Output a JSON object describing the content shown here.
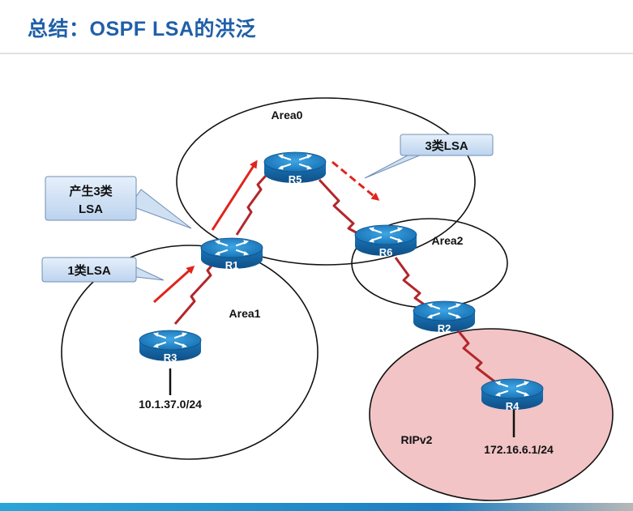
{
  "title": "总结：OSPF LSA的洪泛",
  "areas": {
    "area0": "Area0",
    "area1": "Area1",
    "area2": "Area2",
    "rip": "RIPv2"
  },
  "routers": {
    "r1": "R1",
    "r2": "R2",
    "r3": "R3",
    "r4": "R4",
    "r5": "R5",
    "r6": "R6"
  },
  "networks": {
    "r3_net": "10.1.37.0/24",
    "r4_net": "172.16.6.1/24"
  },
  "callouts": {
    "generate_line1": "产生3类",
    "generate_line2": "LSA",
    "type1": "1类LSA",
    "type3": "3类LSA"
  },
  "colors": {
    "title": "#1f5fa8",
    "router": "#1d7fbf",
    "link": "#b3262b",
    "arrow": "#e0241c",
    "rip_area": "#f2c4c6",
    "callout": "#cfe0f3"
  }
}
